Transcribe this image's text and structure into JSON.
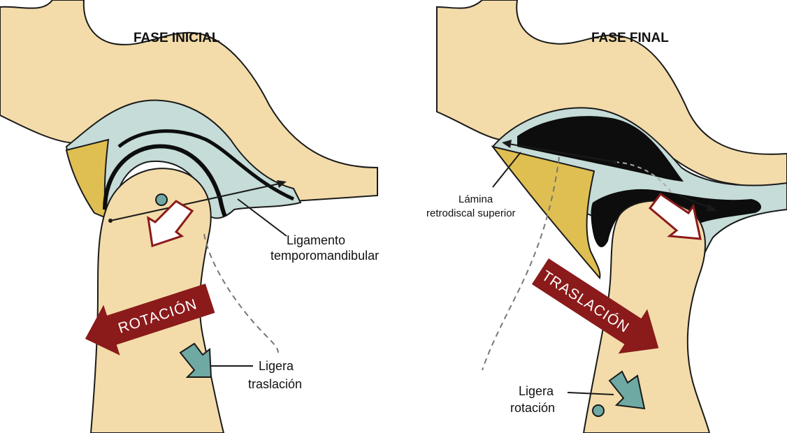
{
  "panels": [
    {
      "title": "FASE INICIAL",
      "big_arrow_label": "ROTACIÓN",
      "ligament_label_line1": "Ligamento",
      "ligament_label_line2": "temporomandibular",
      "small_arrow_label_line1": "Ligera",
      "small_arrow_label_line2": "traslación"
    },
    {
      "title": "FASE FINAL",
      "big_arrow_label": "TRASLACIÓN",
      "lamina_label_line1": "Lámina",
      "lamina_label_line2": "retrodiscal superior",
      "small_arrow_label_line1": "Ligera",
      "small_arrow_label_line2": "rotación"
    }
  ],
  "colors": {
    "bone": "#f3dcaa",
    "bone_outline": "#1a1a1a",
    "disc": "#c5dcd8",
    "fat_yellow": "#e0bf52",
    "arrow_red": "#8b1a1a",
    "arrow_teal": "#6fa9a4",
    "cavity_black": "#0d0d0d"
  }
}
